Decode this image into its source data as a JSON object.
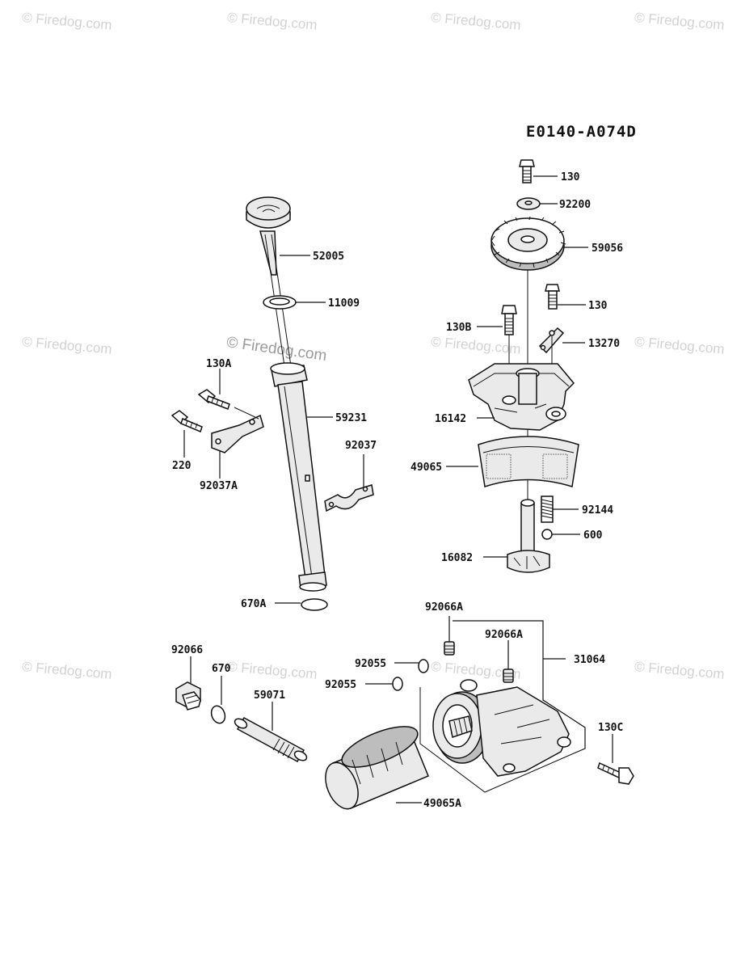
{
  "diagram_code": "E0140-A074D",
  "watermarks": {
    "corner": "© Firedog.com",
    "center": "© Firedog.com"
  },
  "callouts": {
    "p130_top": "130",
    "p92200": "92200",
    "p59056": "59056",
    "p130_mid": "130",
    "p130B": "130B",
    "p13270": "13270",
    "p16142": "16142",
    "p49065": "49065",
    "p92144": "92144",
    "p600": "600",
    "p16082": "16082",
    "p52005": "52005",
    "p11009": "11009",
    "p130A": "130A",
    "p59231": "59231",
    "p92037": "92037",
    "p220": "220",
    "p92037A": "92037A",
    "p670A": "670A",
    "p92066A_a": "92066A",
    "p92066A_b": "92066A",
    "p31064": "31064",
    "p92055_a": "92055",
    "p92055_b": "92055",
    "p92066": "92066",
    "p670": "670",
    "p59071": "59071",
    "p130C": "130C",
    "p49065A": "49065A"
  }
}
